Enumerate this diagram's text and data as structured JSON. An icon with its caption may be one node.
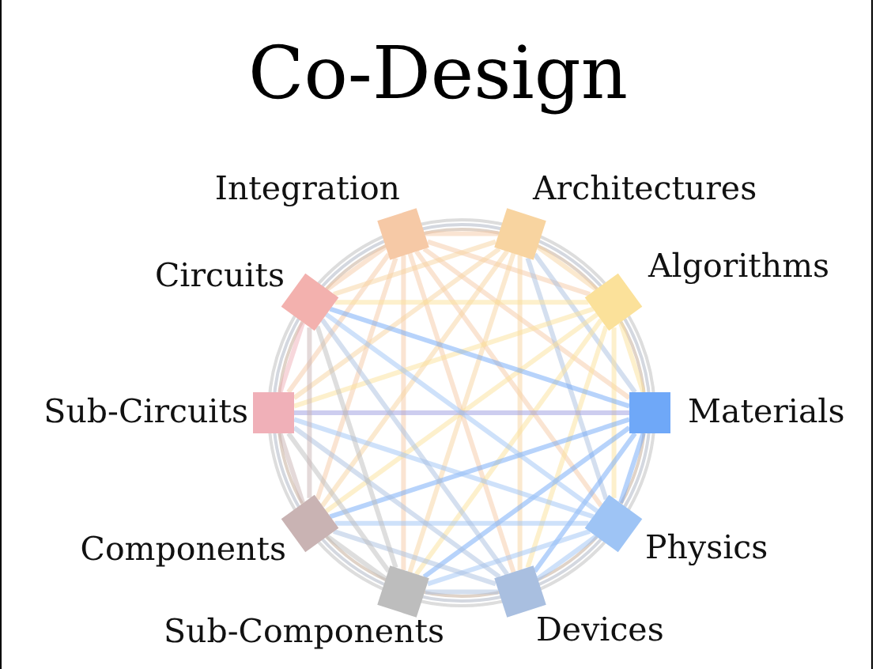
{
  "diagram": {
    "title": "Co-Design",
    "nodes": [
      {
        "text": [
          "Integration"
        ]
      },
      {
        "text": [
          "Architectures"
        ]
      },
      {
        "text": [
          "Algorithms"
        ]
      },
      {
        "text": [
          "Materials"
        ]
      },
      {
        "text": [
          "Physics"
        ]
      },
      {
        "text": [
          "Devices"
        ]
      },
      {
        "text": [
          "Sub-Components"
        ]
      },
      {
        "text": [
          "Components"
        ]
      },
      {
        "text": [
          "Sub-Circuits"
        ]
      },
      {
        "text": [
          "Circuits"
        ]
      }
    ],
    "edges": [
      {
        "from": 0,
        "to": 1,
        "arrow": "none",
        "color": "#f6c9a6"
      },
      {
        "from": 0,
        "to": 2,
        "arrow": "none",
        "color": "#f6c9a6"
      },
      {
        "from": 0,
        "to": 3,
        "arrow": "none",
        "color": "#f6c9a6"
      },
      {
        "from": 0,
        "to": 4,
        "arrow": "none",
        "color": "#f6c9a6"
      },
      {
        "from": 0,
        "to": 5,
        "arrow": "none",
        "color": "#f6c9a6"
      },
      {
        "from": 0,
        "to": 6,
        "arrow": "none",
        "color": "#f6c9a6"
      },
      {
        "from": 0,
        "to": 7,
        "arrow": "none",
        "color": "#f6c9a6"
      },
      {
        "from": 0,
        "to": 8,
        "arrow": "none",
        "color": "#f6c9a6"
      },
      {
        "from": 0,
        "to": 9,
        "arrow": "none",
        "color": "#f6c9a6"
      },
      {
        "from": 1,
        "to": 2,
        "arrow": "none",
        "color": "#f8d4a0"
      },
      {
        "from": 1,
        "to": 3,
        "arrow": "none",
        "color": "#a9bfe0"
      },
      {
        "from": 1,
        "to": 4,
        "arrow": "none",
        "color": "#a9bfe0"
      },
      {
        "from": 1,
        "to": 5,
        "arrow": "none",
        "color": "#f8d4a0"
      },
      {
        "from": 1,
        "to": 6,
        "arrow": "none",
        "color": "#f8d4a0"
      },
      {
        "from": 1,
        "to": 7,
        "arrow": "none",
        "color": "#f8d4a0"
      },
      {
        "from": 1,
        "to": 8,
        "arrow": "none",
        "color": "#f8d4a0"
      },
      {
        "from": 1,
        "to": 9,
        "arrow": "none",
        "color": "#f8d4a0"
      },
      {
        "from": 2,
        "to": 3,
        "arrow": "none",
        "color": "#fbe19a"
      },
      {
        "from": 2,
        "to": 4,
        "arrow": "none",
        "color": "#fbe19a"
      },
      {
        "from": 2,
        "to": 5,
        "arrow": "none",
        "color": "#fbe19a"
      },
      {
        "from": 2,
        "to": 6,
        "arrow": "none",
        "color": "#fbe19a"
      },
      {
        "from": 2,
        "to": 7,
        "arrow": "none",
        "color": "#fbe19a"
      },
      {
        "from": 2,
        "to": 8,
        "arrow": "none",
        "color": "#fbe19a"
      },
      {
        "from": 2,
        "to": 9,
        "arrow": "none",
        "color": "#fbe19a"
      },
      {
        "from": 3,
        "to": 4,
        "arrow": "none",
        "color": "#6fa8f8"
      },
      {
        "from": 3,
        "to": 5,
        "arrow": "none",
        "color": "#6fa8f8"
      },
      {
        "from": 3,
        "to": 6,
        "arrow": "none",
        "color": "#6fa8f8"
      },
      {
        "from": 3,
        "to": 7,
        "arrow": "none",
        "color": "#6fa8f8"
      },
      {
        "from": 3,
        "to": 8,
        "arrow": "none",
        "color": "#9c9ce0"
      },
      {
        "from": 3,
        "to": 9,
        "arrow": "none",
        "color": "#6fa8f8"
      },
      {
        "from": 4,
        "to": 5,
        "arrow": "none",
        "color": "#9ec4f5"
      },
      {
        "from": 4,
        "to": 6,
        "arrow": "none",
        "color": "#9ec4f5"
      },
      {
        "from": 4,
        "to": 7,
        "arrow": "none",
        "color": "#9ec4f5"
      },
      {
        "from": 4,
        "to": 8,
        "arrow": "none",
        "color": "#9ec4f5"
      },
      {
        "from": 4,
        "to": 9,
        "arrow": "none",
        "color": "#9ec4f5"
      },
      {
        "from": 5,
        "to": 6,
        "arrow": "none",
        "color": "#a9bfe0"
      },
      {
        "from": 5,
        "to": 7,
        "arrow": "none",
        "color": "#a9bfe0"
      },
      {
        "from": 5,
        "to": 8,
        "arrow": "none",
        "color": "#a9bfe0"
      },
      {
        "from": 5,
        "to": 9,
        "arrow": "none",
        "color": "#a9bfe0"
      },
      {
        "from": 6,
        "to": 7,
        "arrow": "none",
        "color": "#bdbdbd"
      },
      {
        "from": 6,
        "to": 8,
        "arrow": "none",
        "color": "#bdbdbd"
      },
      {
        "from": 6,
        "to": 9,
        "arrow": "none",
        "color": "#bdbdbd"
      },
      {
        "from": 7,
        "to": 8,
        "arrow": "none",
        "color": "#c9b3b3"
      },
      {
        "from": 7,
        "to": 9,
        "arrow": "none",
        "color": "#c9b3b3"
      },
      {
        "from": 8,
        "to": 9,
        "arrow": "none",
        "color": "#f0b0b8"
      }
    ]
  }
}
